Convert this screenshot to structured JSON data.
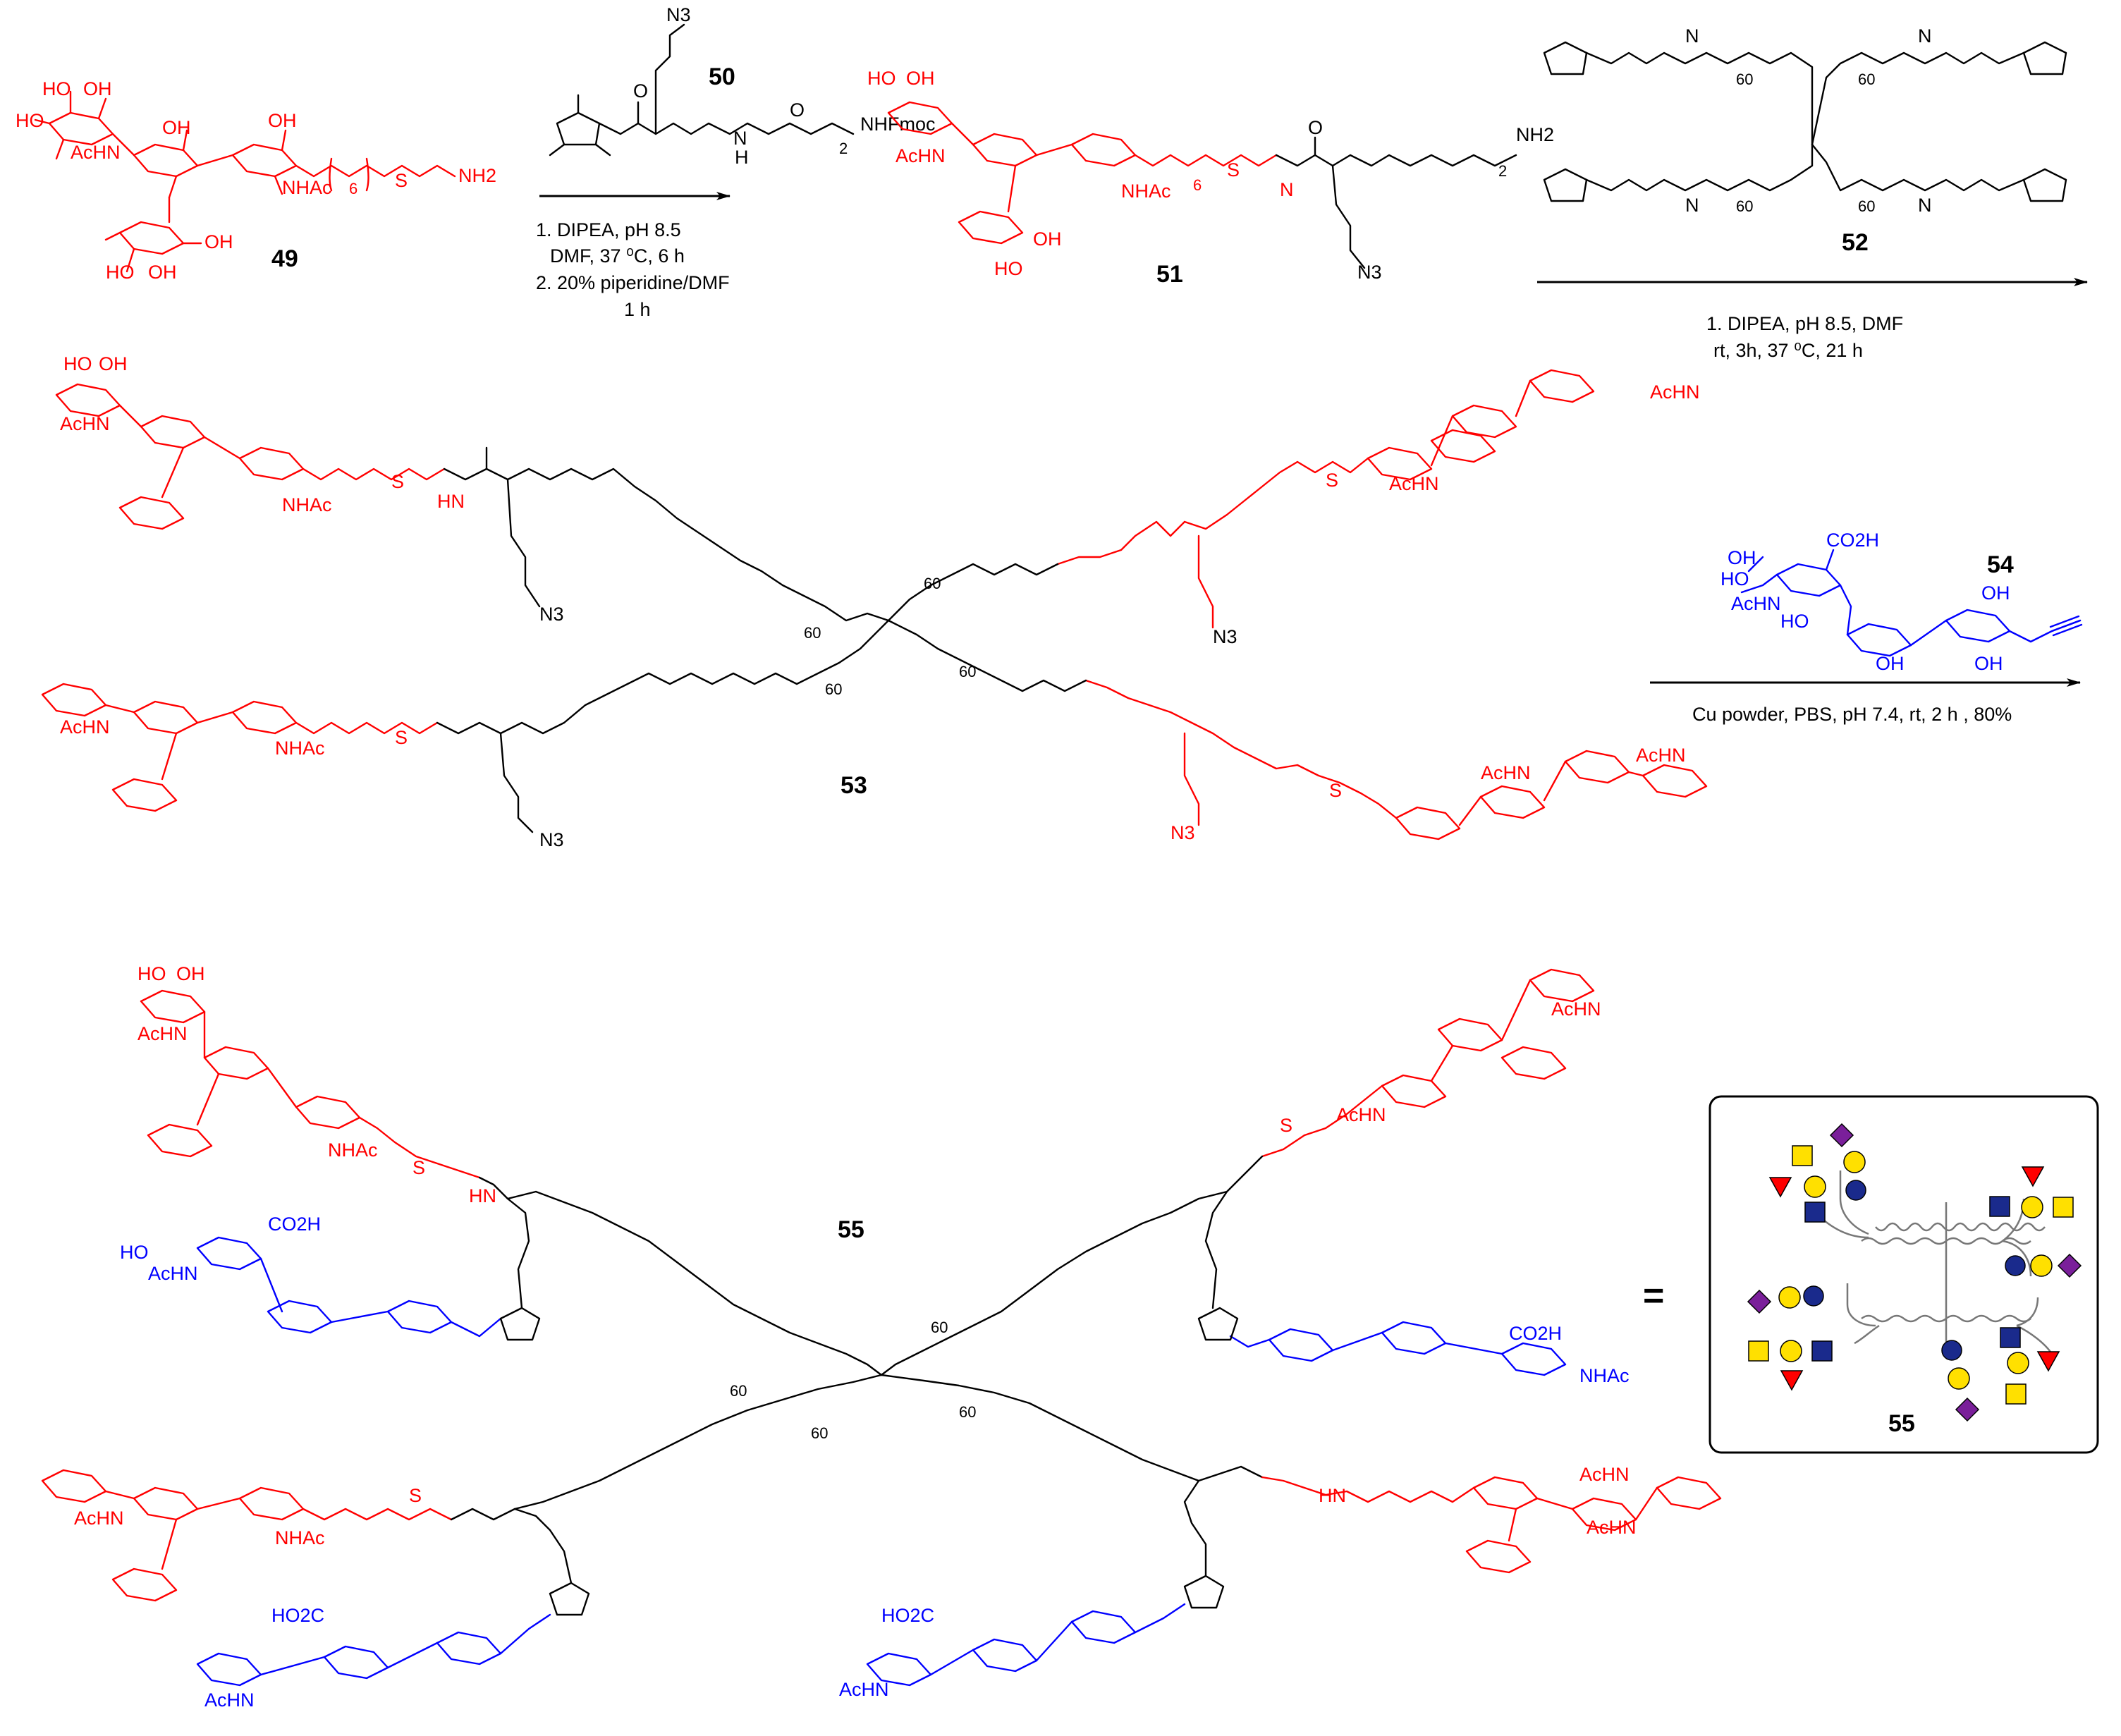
{
  "colors": {
    "glycan_red": "#ff0000",
    "sialyl_blue": "#0000ff",
    "linker_black": "#000000",
    "cfg_glcnac_square": "#1a2a8c",
    "cfg_gal_circle": "#ffe000",
    "cfg_glc_circle": "#1a2a8c",
    "cfg_fuc_triangle": "#ff0000",
    "cfg_sia_diamond": "#7a1f9a"
  },
  "compounds": {
    "c49": "49",
    "c50": "50",
    "c51": "51",
    "c52": "52",
    "c53": "53",
    "c54": "54",
    "c55": "55",
    "c55_cartoon": "55"
  },
  "reactions": {
    "step1": {
      "line1": "1. DIPEA, pH 8.5",
      "line2": "DMF, 37 ⁰C, 6 h",
      "line3": "2. 20% piperidine/DMF",
      "line4": "1 h"
    },
    "step2": {
      "line1": "1. DIPEA, pH 8.5, DMF",
      "line2": "rt, 3h, 37 ⁰C, 21 h"
    },
    "step3": {
      "line1": "Cu powder, PBS, pH 7.4, rt, 2 h , 80%"
    }
  },
  "equals_sign": "=",
  "atom_labels": {
    "oh": "OH",
    "ho": "HO",
    "achn": "AcHN",
    "nhac": "NHAc",
    "nh2": "NH2",
    "nhfmoc": "NHFmoc",
    "n3": "N3",
    "co2h": "CO2H",
    "hooc": "HO2C",
    "s": "S",
    "o": "O",
    "n": "N",
    "h": "H",
    "hn": "HN",
    "nh": "NH"
  },
  "repeat_subscripts": {
    "six": "6",
    "two": "2",
    "sixty": "60"
  }
}
